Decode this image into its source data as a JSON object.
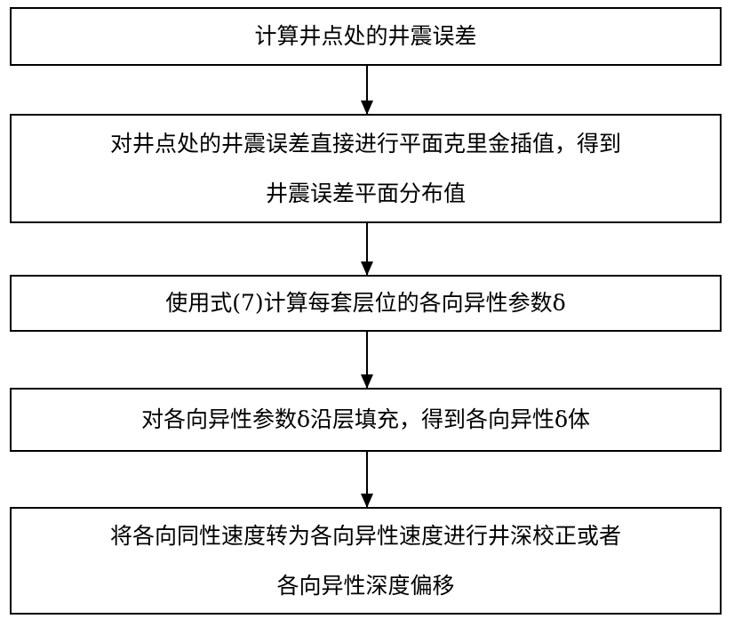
{
  "steps": [
    {
      "lines": [
        "计算井点处的井震误差"
      ]
    },
    {
      "lines": [
        "对井点处的井震误差直接进行平面克里金插值，得到",
        "井震误差平面分布值"
      ]
    },
    {
      "lines": [
        "使用式(7)计算每套层位的各向异性参数δ"
      ]
    },
    {
      "lines": [
        "对各向异性参数δ沿层填充，得到各向异性δ体"
      ]
    },
    {
      "lines": [
        "将各向同性速度转为各向异性速度进行井深校正或者",
        "各向异性深度偏移"
      ]
    }
  ]
}
